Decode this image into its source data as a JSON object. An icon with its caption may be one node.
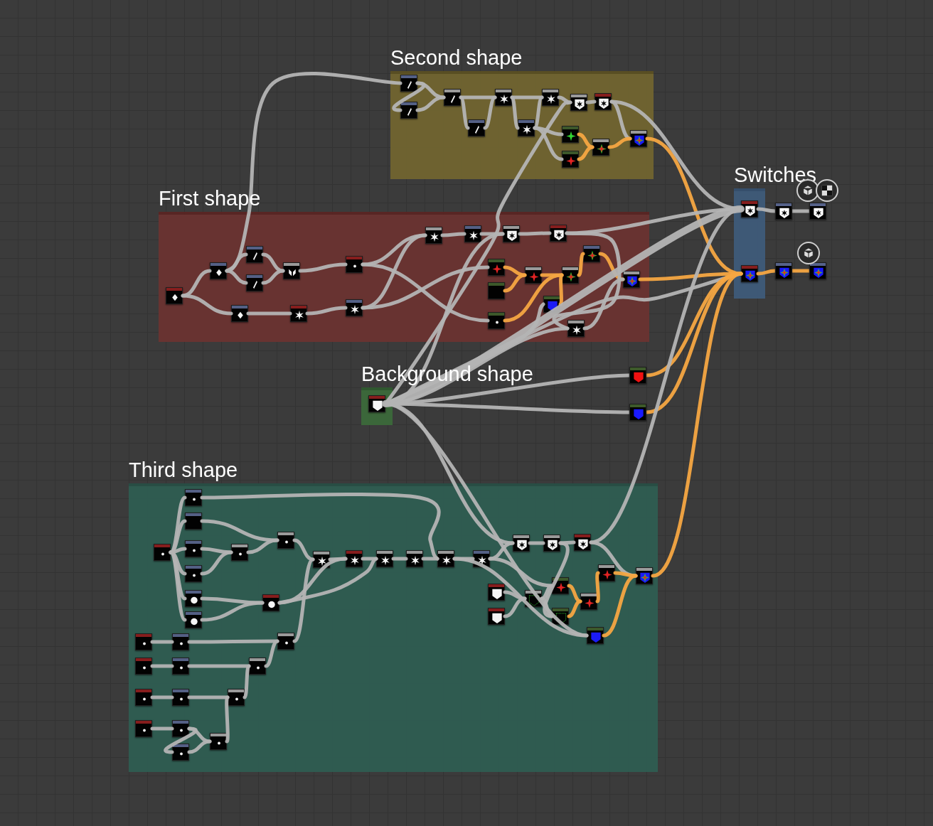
{
  "diagram": {
    "nodes": [
      {
        "text": [
          "Second shape"
        ]
      },
      {
        "text": [],
        "shape": "picture",
        "in": 0
      },
      {
        "text": [],
        "shape": "picture",
        "in": 0
      },
      {
        "text": [],
        "shape": "picture",
        "in": 0
      },
      {
        "text": [],
        "shape": "picture",
        "in": 0
      },
      {
        "text": [],
        "shape": "picture",
        "in": 0
      },
      {
        "text": [],
        "shape": "picture",
        "in": 0
      },
      {
        "text": [],
        "shape": "picture",
        "in": 0
      },
      {
        "text": [],
        "shape": "picture",
        "in": 0
      },
      {
        "text": [],
        "shape": "picture",
        "in": 0
      },
      {
        "text": [],
        "shape": "picture",
        "in": 0
      },
      {
        "text": [],
        "shape": "picture",
        "in": 0
      },
      {
        "text": [],
        "shape": "picture",
        "in": 0
      },
      {
        "text": [],
        "shape": "picture",
        "in": 0
      },
      {
        "text": [
          "First shape"
        ]
      },
      {
        "text": [],
        "shape": "picture",
        "in": 14
      },
      {
        "text": [],
        "shape": "picture",
        "in": 14
      },
      {
        "text": [],
        "shape": "picture",
        "in": 14
      },
      {
        "text": [],
        "shape": "picture",
        "in": 14
      },
      {
        "text": [],
        "shape": "picture",
        "in": 14
      },
      {
        "text": [],
        "shape": "picture",
        "in": 14
      },
      {
        "text": [],
        "shape": "picture",
        "in": 14
      },
      {
        "text": [],
        "shape": "picture",
        "in": 14
      },
      {
        "text": [],
        "shape": "picture",
        "in": 14
      },
      {
        "text": [],
        "shape": "picture",
        "in": 14
      },
      {
        "text": [],
        "shape": "picture",
        "in": 14
      },
      {
        "text": [],
        "shape": "picture",
        "in": 14
      },
      {
        "text": [],
        "shape": "picture",
        "in": 14
      },
      {
        "text": [],
        "shape": "picture",
        "in": 14
      },
      {
        "text": [],
        "shape": "picture",
        "in": 14
      },
      {
        "text": [],
        "shape": "picture",
        "in": 14
      },
      {
        "text": [],
        "shape": "picture",
        "in": 14
      },
      {
        "text": [],
        "shape": "picture",
        "in": 14
      },
      {
        "text": [],
        "shape": "picture",
        "in": 14
      },
      {
        "text": [],
        "shape": "picture",
        "in": 14
      },
      {
        "text": [],
        "shape": "picture",
        "in": 14
      },
      {
        "text": [],
        "shape": "picture",
        "in": 14
      },
      {
        "text": [
          "Switches"
        ]
      },
      {
        "text": [],
        "shape": "picture",
        "in": 37
      },
      {
        "text": [],
        "shape": "picture",
        "in": 37
      },
      {
        "text": [],
        "shape": "picture"
      },
      {
        "text": [],
        "shape": "picture"
      },
      {
        "text": [],
        "shape": "picture"
      },
      {
        "text": [],
        "shape": "picture"
      },
      {
        "text": [
          "Background shape"
        ]
      },
      {
        "text": [],
        "shape": "picture",
        "in": 44
      },
      {
        "text": [],
        "shape": "picture"
      },
      {
        "text": [],
        "shape": "picture"
      },
      {
        "text": [
          "Third shape"
        ]
      },
      {
        "text": [],
        "shape": "picture",
        "in": 48
      },
      {
        "text": [],
        "shape": "picture",
        "in": 48
      },
      {
        "text": [],
        "shape": "picture",
        "in": 48
      },
      {
        "text": [],
        "shape": "picture",
        "in": 48
      },
      {
        "text": [],
        "shape": "picture",
        "in": 48
      },
      {
        "text": [],
        "shape": "picture",
        "in": 48
      },
      {
        "text": [],
        "shape": "picture",
        "in": 48
      },
      {
        "text": [],
        "shape": "picture",
        "in": 48
      },
      {
        "text": [],
        "shape": "picture",
        "in": 48
      },
      {
        "text": [],
        "shape": "picture",
        "in": 48
      },
      {
        "text": [],
        "shape": "picture",
        "in": 48
      },
      {
        "text": [],
        "shape": "picture",
        "in": 48
      },
      {
        "text": [],
        "shape": "picture",
        "in": 48
      },
      {
        "text": [],
        "shape": "picture",
        "in": 48
      },
      {
        "text": [],
        "shape": "picture",
        "in": 48
      },
      {
        "text": [],
        "shape": "picture",
        "in": 48
      },
      {
        "text": [],
        "shape": "picture",
        "in": 48
      },
      {
        "text": [],
        "shape": "picture",
        "in": 48
      },
      {
        "text": [],
        "shape": "picture",
        "in": 48
      },
      {
        "text": [],
        "shape": "picture",
        "in": 48
      },
      {
        "text": [],
        "shape": "picture",
        "in": 48
      },
      {
        "text": [],
        "shape": "picture",
        "in": 48
      },
      {
        "text": [],
        "shape": "picture",
        "in": 48
      },
      {
        "text": [],
        "shape": "picture",
        "in": 48
      },
      {
        "text": [],
        "shape": "picture",
        "in": 48
      },
      {
        "text": [],
        "shape": "picture",
        "in": 48
      },
      {
        "text": [],
        "shape": "picture",
        "in": 48
      },
      {
        "text": [],
        "shape": "picture",
        "in": 48
      },
      {
        "text": [],
        "shape": "picture",
        "in": 48
      },
      {
        "text": [],
        "shape": "picture",
        "in": 48
      },
      {
        "text": [],
        "shape": "picture",
        "in": 48
      },
      {
        "text": [],
        "shape": "picture",
        "in": 48
      },
      {
        "text": [],
        "shape": "picture",
        "in": 48
      },
      {
        "text": [],
        "shape": "picture",
        "in": 48
      },
      {
        "text": [],
        "shape": "picture",
        "in": 48
      },
      {
        "text": [],
        "shape": "picture",
        "in": 48
      },
      {
        "text": [],
        "shape": "picture",
        "in": 48
      },
      {
        "text": [],
        "shape": "picture",
        "in": 48
      },
      {
        "text": [],
        "shape": "picture",
        "in": 48
      },
      {
        "text": [],
        "shape": "picture",
        "in": 48
      },
      {
        "text": [],
        "shape": "picture",
        "in": 48
      }
    ],
    "edges": [
      {
        "from": 1,
        "to": 2,
        "arrow": "none"
      },
      {
        "from": 1,
        "to": 3,
        "arrow": "none"
      },
      {
        "from": 2,
        "to": 3,
        "arrow": "none"
      },
      {
        "from": 3,
        "to": 4,
        "arrow": "none"
      },
      {
        "from": 3,
        "to": 5,
        "arrow": "none"
      },
      {
        "from": 4,
        "to": 5,
        "arrow": "none"
      },
      {
        "from": 5,
        "to": 6,
        "arrow": "none"
      },
      {
        "from": 5,
        "to": 7,
        "arrow": "none"
      },
      {
        "from": 6,
        "to": 7,
        "arrow": "none"
      },
      {
        "from": 7,
        "to": 8,
        "arrow": "none"
      },
      {
        "from": 8,
        "to": 9,
        "arrow": "none"
      },
      {
        "from": 6,
        "to": 10,
        "arrow": "none"
      },
      {
        "from": 6,
        "to": 11,
        "arrow": "none"
      },
      {
        "from": 10,
        "to": 12,
        "arrow": "none",
        "color": "#f5a742"
      },
      {
        "from": 11,
        "to": 12,
        "arrow": "none",
        "color": "#f5a742"
      },
      {
        "from": 9,
        "to": 13,
        "arrow": "none"
      },
      {
        "from": 12,
        "to": 13,
        "arrow": "none",
        "color": "#f5a742"
      },
      {
        "from": 13,
        "to": 39,
        "arrow": "none",
        "color": "#f5a742"
      },
      {
        "from": 9,
        "to": 38,
        "arrow": "none"
      },
      {
        "from": 16,
        "to": 1,
        "arrow": "none"
      },
      {
        "from": 15,
        "to": 16,
        "arrow": "none"
      },
      {
        "from": 15,
        "to": 20,
        "arrow": "none"
      },
      {
        "from": 16,
        "to": 17,
        "arrow": "none"
      },
      {
        "from": 16,
        "to": 18,
        "arrow": "none"
      },
      {
        "from": 17,
        "to": 19,
        "arrow": "none"
      },
      {
        "from": 18,
        "to": 19,
        "arrow": "none"
      },
      {
        "from": 19,
        "to": 22,
        "arrow": "none"
      },
      {
        "from": 20,
        "to": 21,
        "arrow": "none"
      },
      {
        "from": 21,
        "to": 23,
        "arrow": "none"
      },
      {
        "from": 22,
        "to": 24,
        "arrow": "none"
      },
      {
        "from": 22,
        "to": 30,
        "arrow": "none"
      },
      {
        "from": 23,
        "to": 24,
        "arrow": "none"
      },
      {
        "from": 23,
        "to": 28,
        "arrow": "none"
      },
      {
        "from": 24,
        "to": 25,
        "arrow": "none"
      },
      {
        "from": 25,
        "to": 26,
        "arrow": "none"
      },
      {
        "from": 26,
        "to": 27,
        "arrow": "none"
      },
      {
        "from": 27,
        "to": 38,
        "arrow": "none"
      },
      {
        "from": 28,
        "to": 31,
        "arrow": "none",
        "color": "#f5a742"
      },
      {
        "from": 29,
        "to": 31,
        "arrow": "none",
        "color": "#f5a742"
      },
      {
        "from": 30,
        "to": 32,
        "arrow": "none",
        "color": "#f5a742"
      },
      {
        "from": 31,
        "to": 32,
        "arrow": "none",
        "color": "#f5a742"
      },
      {
        "from": 33,
        "to": 32,
        "arrow": "none",
        "color": "#f5a742"
      },
      {
        "from": 32,
        "to": 34,
        "arrow": "none",
        "color": "#f5a742"
      },
      {
        "from": 34,
        "to": 35,
        "arrow": "none",
        "color": "#f5a742"
      },
      {
        "from": 35,
        "to": 39,
        "arrow": "none",
        "color": "#f5a742"
      },
      {
        "from": 36,
        "to": 35,
        "arrow": "none"
      },
      {
        "from": 27,
        "to": 36,
        "arrow": "none"
      },
      {
        "from": 38,
        "to": 40,
        "arrow": "none"
      },
      {
        "from": 40,
        "to": 41,
        "arrow": "none"
      },
      {
        "from": 39,
        "to": 42,
        "arrow": "none",
        "color": "#f5a742"
      },
      {
        "from": 42,
        "to": 43,
        "arrow": "none",
        "color": "#f5a742"
      },
      {
        "from": 45,
        "to": 8,
        "arrow": "none"
      },
      {
        "from": 45,
        "to": 26,
        "arrow": "none"
      },
      {
        "from": 45,
        "to": 33,
        "arrow": "none"
      },
      {
        "from": 45,
        "to": 36,
        "arrow": "none"
      },
      {
        "from": 45,
        "to": 38,
        "arrow": "none",
        "style": "thick"
      },
      {
        "from": 45,
        "to": 39,
        "arrow": "none"
      },
      {
        "from": 45,
        "to": 46,
        "arrow": "none"
      },
      {
        "from": 45,
        "to": 47,
        "arrow": "none"
      },
      {
        "from": 45,
        "to": 65,
        "arrow": "none"
      },
      {
        "from": 45,
        "to": 76,
        "arrow": "none"
      },
      {
        "from": 46,
        "to": 39,
        "arrow": "none",
        "color": "#f5a742"
      },
      {
        "from": 47,
        "to": 39,
        "arrow": "none",
        "color": "#f5a742"
      },
      {
        "from": 49,
        "to": 50,
        "arrow": "none"
      },
      {
        "from": 49,
        "to": 51,
        "arrow": "none"
      },
      {
        "from": 49,
        "to": 52,
        "arrow": "none"
      },
      {
        "from": 49,
        "to": 53,
        "arrow": "none"
      },
      {
        "from": 49,
        "to": 54,
        "arrow": "none"
      },
      {
        "from": 49,
        "to": 55,
        "arrow": "none"
      },
      {
        "from": 50,
        "to": 63,
        "arrow": "none"
      },
      {
        "from": 51,
        "to": 57,
        "arrow": "none"
      },
      {
        "from": 52,
        "to": 56,
        "arrow": "none"
      },
      {
        "from": 53,
        "to": 56,
        "arrow": "none"
      },
      {
        "from": 56,
        "to": 57,
        "arrow": "none"
      },
      {
        "from": 57,
        "to": 59,
        "arrow": "none"
      },
      {
        "from": 54,
        "to": 58,
        "arrow": "none"
      },
      {
        "from": 55,
        "to": 58,
        "arrow": "none"
      },
      {
        "from": 58,
        "to": 60,
        "arrow": "none"
      },
      {
        "from": 58,
        "to": 61,
        "arrow": "none"
      },
      {
        "from": 59,
        "to": 60,
        "arrow": "none"
      },
      {
        "from": 60,
        "to": 61,
        "arrow": "none"
      },
      {
        "from": 61,
        "to": 62,
        "arrow": "none"
      },
      {
        "from": 62,
        "to": 63,
        "arrow": "none"
      },
      {
        "from": 63,
        "to": 64,
        "arrow": "none"
      },
      {
        "from": 64,
        "to": 65,
        "arrow": "none"
      },
      {
        "from": 64,
        "to": 71,
        "arrow": "none"
      },
      {
        "from": 65,
        "to": 66,
        "arrow": "none"
      },
      {
        "from": 66,
        "to": 67,
        "arrow": "none"
      },
      {
        "from": 66,
        "to": 72,
        "arrow": "none"
      },
      {
        "from": 67,
        "to": 75,
        "arrow": "none"
      },
      {
        "from": 67,
        "to": 38,
        "arrow": "none"
      },
      {
        "from": 68,
        "to": 70,
        "arrow": "none"
      },
      {
        "from": 69,
        "to": 70,
        "arrow": "none"
      },
      {
        "from": 70,
        "to": 71,
        "arrow": "none"
      },
      {
        "from": 70,
        "to": 72,
        "arrow": "none"
      },
      {
        "from": 71,
        "to": 73,
        "arrow": "none",
        "color": "#f5a742"
      },
      {
        "from": 72,
        "to": 73,
        "arrow": "none",
        "color": "#f5a742"
      },
      {
        "from": 73,
        "to": 74,
        "arrow": "none",
        "color": "#f5a742"
      },
      {
        "from": 74,
        "to": 75,
        "arrow": "none",
        "color": "#f5a742"
      },
      {
        "from": 76,
        "to": 75,
        "arrow": "none",
        "color": "#f5a742"
      },
      {
        "from": 75,
        "to": 39,
        "arrow": "none",
        "color": "#f5a742"
      },
      {
        "from": 63,
        "to": 76,
        "arrow": "none"
      },
      {
        "from": 77,
        "to": 78,
        "arrow": "none"
      },
      {
        "from": 78,
        "to": 79,
        "arrow": "none"
      },
      {
        "from": 80,
        "to": 81,
        "arrow": "none"
      },
      {
        "from": 81,
        "to": 82,
        "arrow": "none"
      },
      {
        "from": 82,
        "to": 79,
        "arrow": "none"
      },
      {
        "from": 83,
        "to": 84,
        "arrow": "none"
      },
      {
        "from": 84,
        "to": 85,
        "arrow": "none"
      },
      {
        "from": 85,
        "to": 82,
        "arrow": "none"
      },
      {
        "from": 86,
        "to": 87,
        "arrow": "none"
      },
      {
        "from": 87,
        "to": 88,
        "arrow": "none"
      },
      {
        "from": 87,
        "to": 89,
        "arrow": "none"
      },
      {
        "from": 88,
        "to": 89,
        "arrow": "none"
      },
      {
        "from": 89,
        "to": 85,
        "arrow": "none"
      },
      {
        "from": 79,
        "to": 59,
        "arrow": "none"
      }
    ]
  }
}
